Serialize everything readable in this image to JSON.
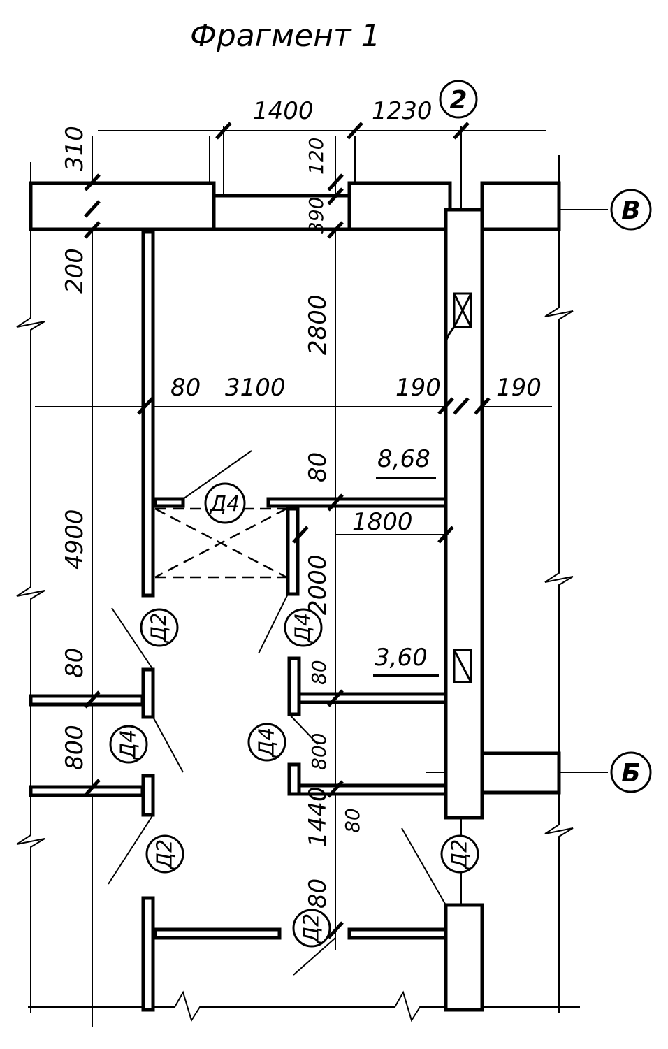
{
  "title": "Фрагмент 1",
  "axes": {
    "col_2": "2",
    "row_V": "В",
    "row_B": "Б"
  },
  "dimensions": {
    "d1400": "1400",
    "d1230": "1230",
    "d310": "310",
    "d120": "120",
    "d390": "390",
    "d200": "200",
    "d2800": "2800",
    "d80_3100": "80",
    "d3100": "3100",
    "d190_left": "190",
    "d190_right": "190",
    "d80_top": "80",
    "d1800": "1800",
    "d4900": "4900",
    "d2000": "2000",
    "d80_left": "80",
    "d800_left": "800",
    "d80_mid": "80",
    "d800_mid": "800",
    "d80_b": "80",
    "d1440": "1440",
    "d80_c": "80"
  },
  "areas": {
    "room_top": "8,68",
    "room_small": "3,60"
  },
  "doors": {
    "d4_top": "Д4",
    "d2_left_upper": "Д2",
    "d4_mid": "Д4",
    "d4_left": "Д4",
    "d4_center": "Д4",
    "d2_left_lower": "Д2",
    "d2_right": "Д2",
    "d2_bottom": "Д2"
  }
}
